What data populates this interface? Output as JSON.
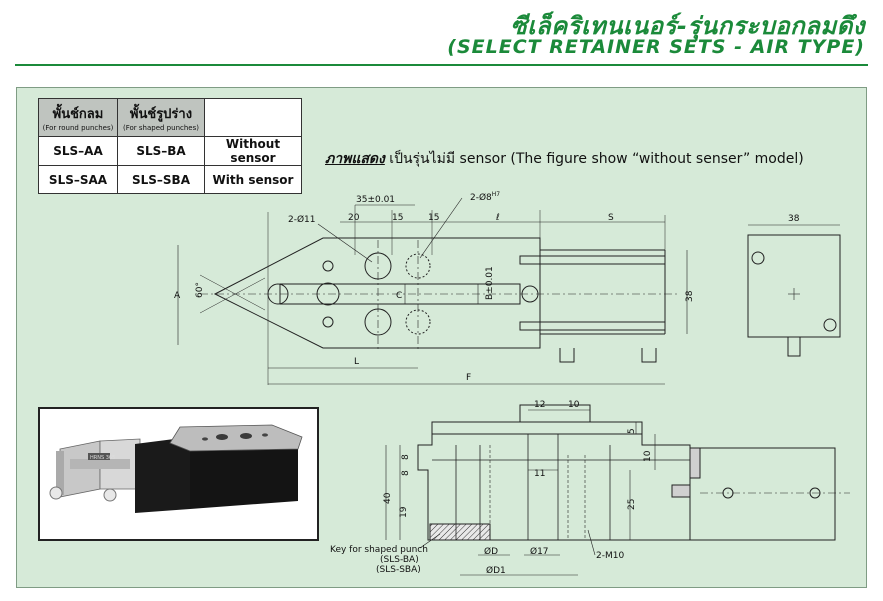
{
  "header": {
    "title_th": "ซีเล็คริเทนเนอร์-รุ่นกระบอกลมดึง",
    "title_en": "(SELECT RETAINER SETS - AIR TYPE)"
  },
  "spec_table": {
    "col_round": {
      "label": "พั้นช์กลม",
      "sub": "(For round punches)"
    },
    "col_shaped": {
      "label": "พั้นช์รูปร่าง",
      "sub": "(For shaped punches)"
    },
    "rows": [
      {
        "round": "SLS–AA",
        "shaped": "SLS–BA",
        "desc": "Without sensor"
      },
      {
        "round": "SLS–SAA",
        "shaped": "SLS–SBA",
        "desc": "With sensor"
      }
    ]
  },
  "caption": {
    "lead": "ภาพแสดง",
    "text": " เป็นรุ่นไม่มี sensor (The figure show “without senser” model)"
  },
  "drawing": {
    "dims": {
      "d35": "35±0.01",
      "d20": "20",
      "d15a": "15",
      "d15b": "15",
      "dl": "ℓ",
      "ds": "S",
      "d38top": "38",
      "hole11": "2-Ø11",
      "hole8": "2-Ø8",
      "hole8_sup": "H7",
      "a": "A",
      "angle": "60°",
      "c": "C",
      "b": "B±0.01",
      "d38side": "38",
      "l": "L",
      "f": "F",
      "d12": "12",
      "d10top": "10",
      "d5": "5",
      "d8a": "8",
      "d8b": "8",
      "d10side": "10",
      "d11": "11",
      "d40": "40",
      "d19": "19",
      "d25": "25",
      "od": "ØD",
      "o17": "Ø17",
      "m10": "2-M10",
      "od1": "ØD1"
    },
    "key_note": [
      "Key for shaped punch",
      "(SLS-BA)",
      "(SLS-SBA)"
    ]
  },
  "photo": {
    "label": "HRNS 365"
  },
  "colors": {
    "title_green": "#1b8a3a",
    "panel_bg": "#d6ead8",
    "table_header_gray": "#bfc4bf"
  }
}
